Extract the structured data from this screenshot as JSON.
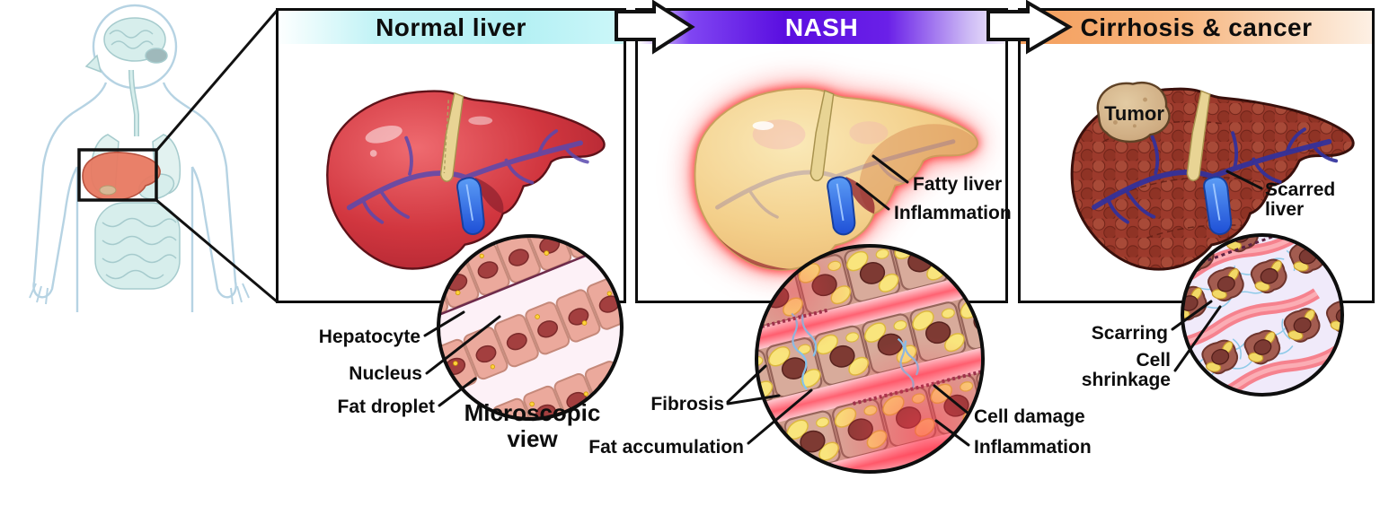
{
  "diagram": {
    "type": "liver-disease-progression",
    "stages": {
      "normal": {
        "header": "Normal liver",
        "header_color": "#b4f0f4",
        "micro_labels": {
          "hepatocyte": "Hepatocyte",
          "nucleus": "Nucleus",
          "fat_droplet": "Fat droplet"
        },
        "caption": "Microscopic\nview"
      },
      "nash": {
        "header": "NASH",
        "header_color": "#5a0ee0",
        "organ_labels": {
          "fatty_liver": "Fatty liver",
          "inflammation": "Inflammation"
        },
        "micro_labels": {
          "fibrosis": "Fibrosis",
          "fat_accumulation": "Fat accumulation",
          "cell_damage": "Cell damage",
          "inflammation": "Inflammation"
        }
      },
      "cirrhosis": {
        "header": "Cirrhosis & cancer",
        "header_color": "#f49e5c",
        "organ_labels": {
          "tumor": "Tumor",
          "scarred_liver": "Scarred\nliver"
        },
        "micro_labels": {
          "scarring": "Scarring",
          "cell_shrinkage": "Cell\nshrinkage"
        }
      }
    },
    "colors": {
      "healthy_liver": "#d1363f",
      "fatty_liver": "#f3cf8a",
      "cirrhotic_liver": "#9c3a2c",
      "inflammation_glow": "#ff2222",
      "outline": "#0d0d0d",
      "body_outline": "#b6d3e3",
      "body_liver_highlight": "#e87a62"
    }
  }
}
